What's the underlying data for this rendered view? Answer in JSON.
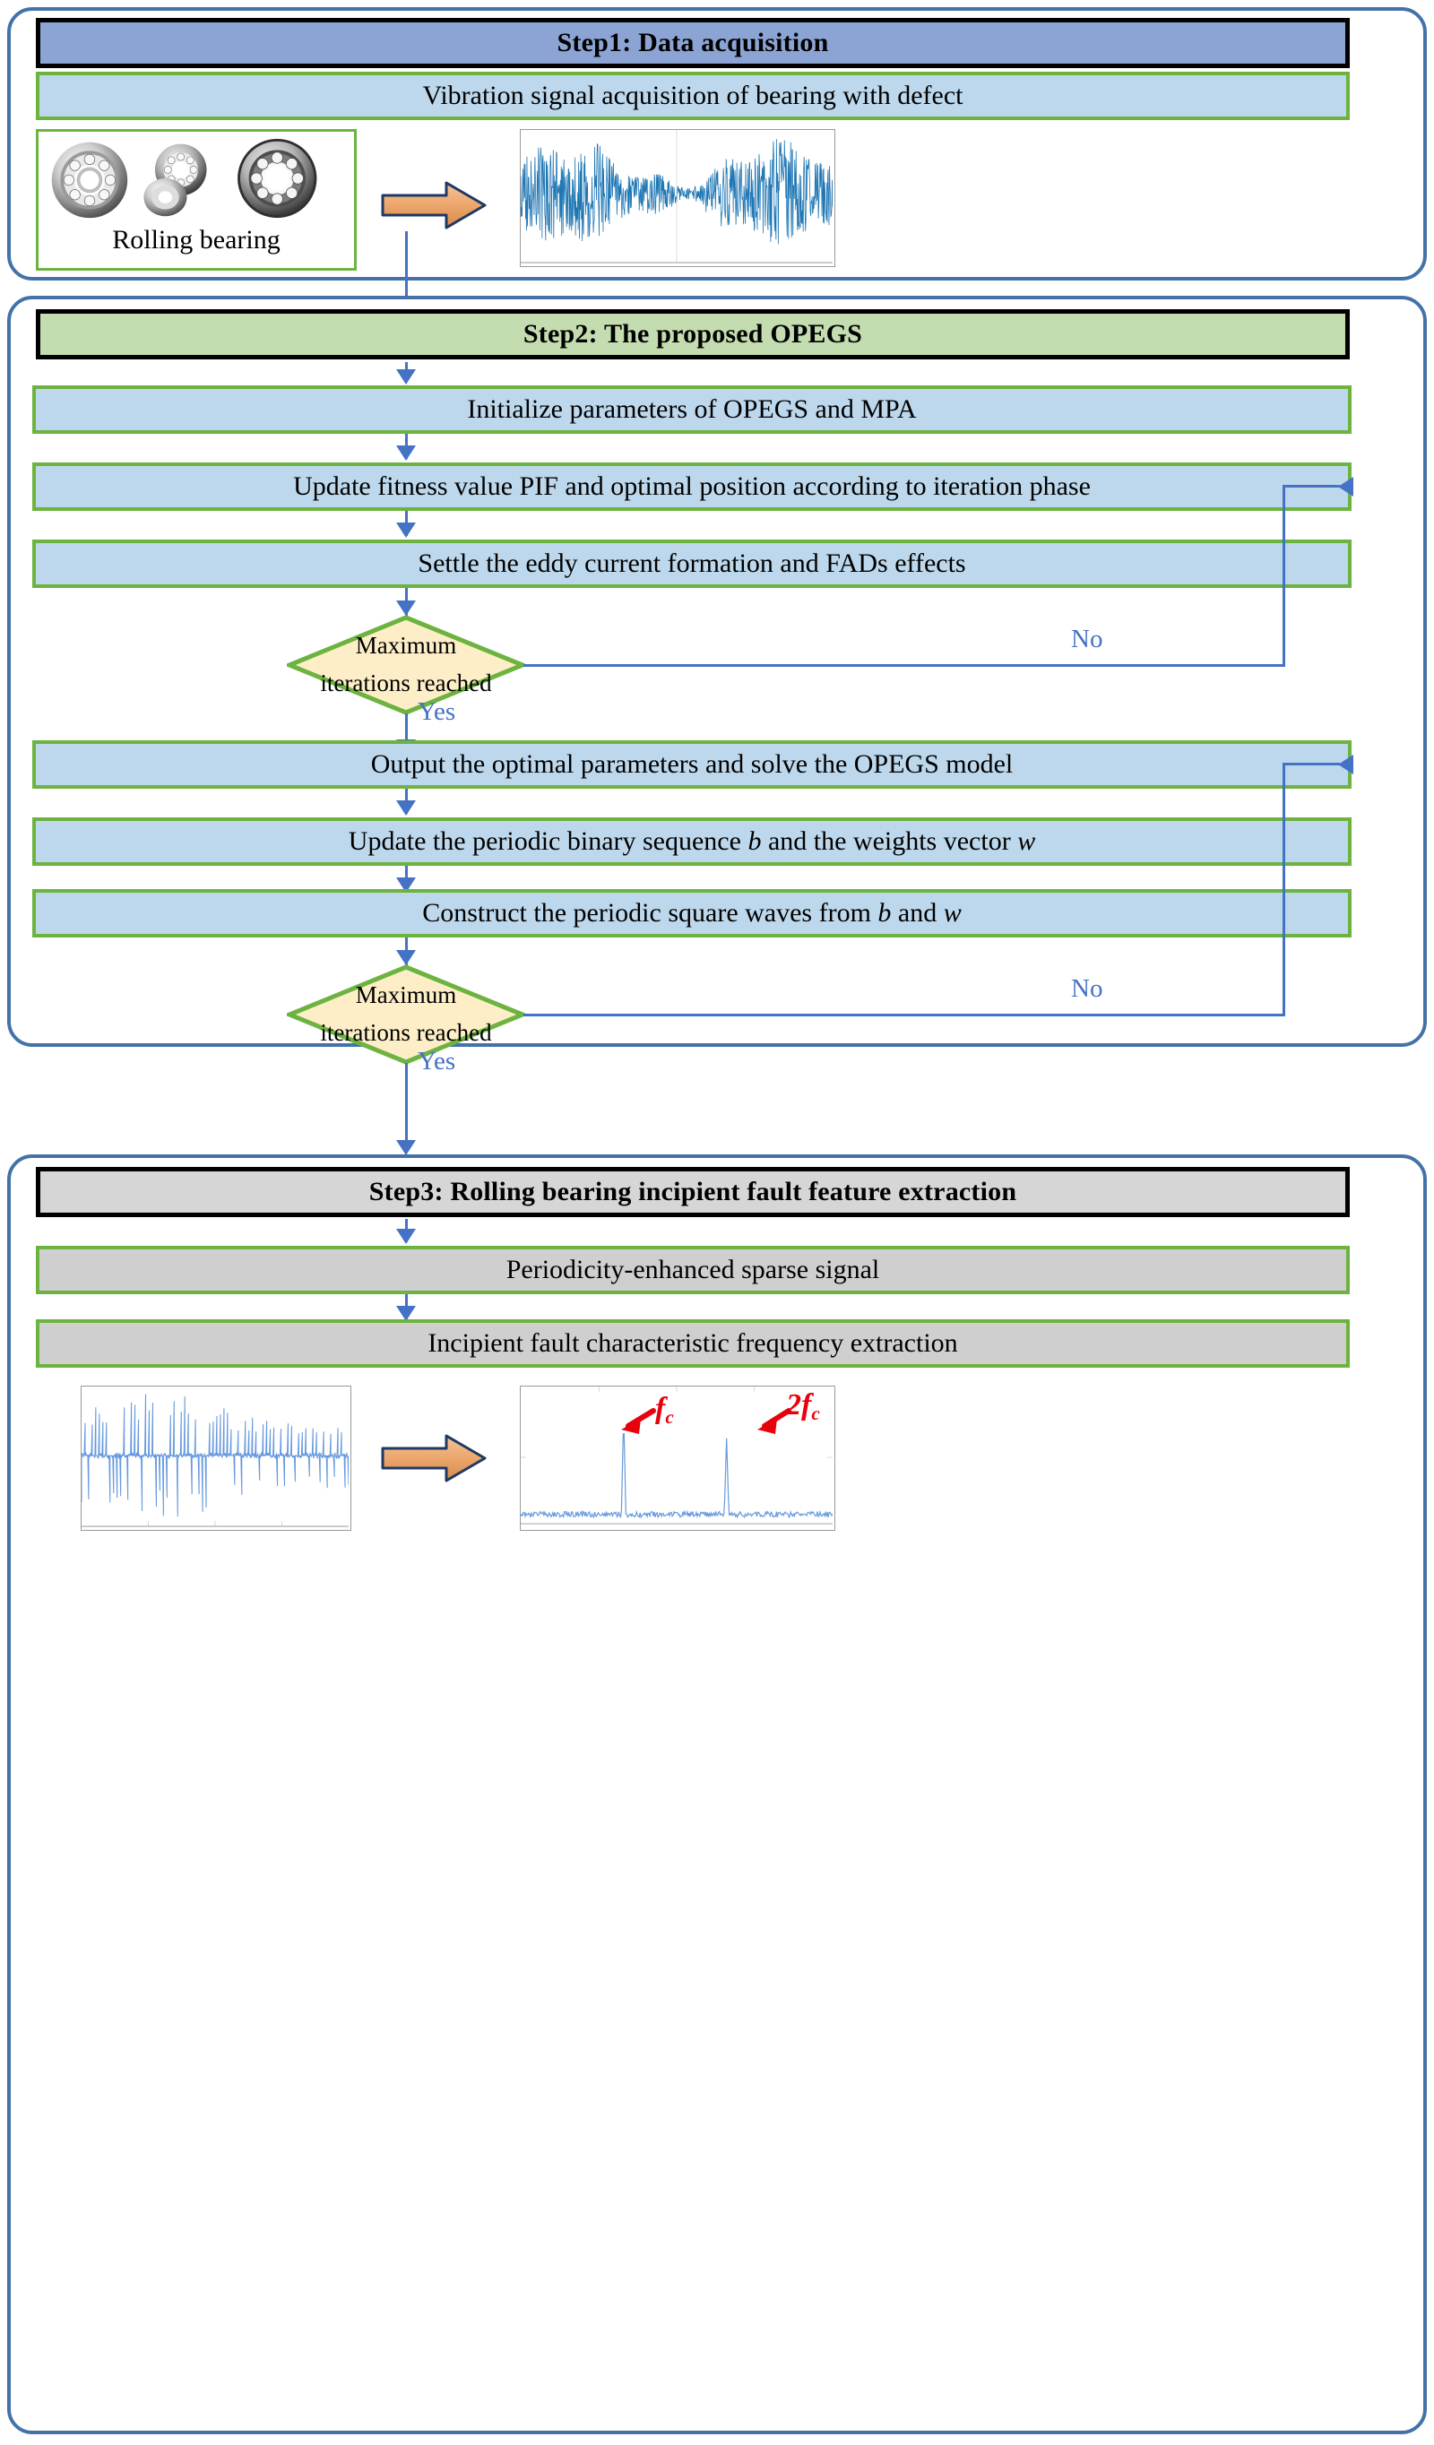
{
  "steps": [
    {
      "id": "step1",
      "header": "Step1: Data acquisition",
      "process": "Vibration signal acquisition of bearing with defect",
      "picture_caption": "Rolling bearing",
      "arrow_icon": "orange-block-arrow-right"
    },
    {
      "id": "step2",
      "header": "Step2: The proposed OPEGS",
      "boxes": [
        "Initialize parameters of OPEGS and MPA",
        "Update fitness value PIF and optimal position according to iteration phase",
        "Settle the eddy current formation and FADs effects",
        "Output the optimal parameters and solve the OPEGS model",
        "Update the periodic binary sequence b and the weights vector w",
        "Construct the periodic square waves from b and w"
      ],
      "decisions": [
        {
          "line1": "Maximum",
          "line2": "iterations reached",
          "no_label": "No",
          "yes_label": "Yes"
        },
        {
          "line1": "Maximum",
          "line2": "iterations reached",
          "no_label": "No",
          "yes_label": "Yes"
        }
      ]
    },
    {
      "id": "step3",
      "header": "Step3: Rolling bearing incipient fault feature extraction",
      "boxes": [
        "Periodicity-enhanced sparse signal",
        "Incipient fault characteristic frequency extraction"
      ],
      "arrow_icon": "orange-block-arrow-right",
      "annotations": [
        {
          "base": "f",
          "sub": "c",
          "prefix": ""
        },
        {
          "base": "f",
          "sub": "c",
          "prefix": "2"
        }
      ]
    }
  ],
  "colors": {
    "panel_border": "#4472a8",
    "header_blue": "#8ba4d4",
    "header_green": "#c3ddb0",
    "header_gray": "#d6d6d6",
    "process_blue": "#bdd8ec",
    "process_gray": "#cfcfcf",
    "box_border_green": "#6cb33f",
    "connector_blue": "#4472c4",
    "diamond_fill": "#fdeec8",
    "diamond_border": "#6cb33f",
    "annotation_red": "#e8000d",
    "signal_blue": "#1f77b4",
    "arrow_orange": "#efab72",
    "arrow_orange_border": "#1f3864"
  },
  "chart_data": [
    {
      "type": "line",
      "name": "raw-vibration-signal",
      "title": "",
      "xlabel": "",
      "ylabel": "",
      "description": "Dense broadband random vibration waveform of a defective rolling bearing",
      "xlim": [
        0,
        1
      ],
      "ylim": [
        -1,
        1
      ],
      "grid": false,
      "legend": "none"
    },
    {
      "type": "line",
      "name": "periodicity-enhanced-sparse-signal",
      "title": "",
      "xlabel": "",
      "ylabel": "",
      "description": "Periodic impulse train after sparse enhancement",
      "xlim": [
        0,
        1
      ],
      "ylim": [
        -1,
        1
      ],
      "grid": false,
      "legend": "none"
    },
    {
      "type": "line",
      "name": "envelope-spectrum",
      "title": "",
      "xlabel": "",
      "ylabel": "",
      "description": "Envelope spectrum with two dominant peaks annotated fc and 2fc",
      "peaks": [
        {
          "label": "f_c",
          "x": 0.33,
          "y": 1.0
        },
        {
          "label": "2f_c",
          "x": 0.66,
          "y": 0.78
        }
      ],
      "xlim": [
        0,
        1
      ],
      "ylim": [
        0,
        1.1
      ],
      "grid": false,
      "legend": "none"
    }
  ]
}
